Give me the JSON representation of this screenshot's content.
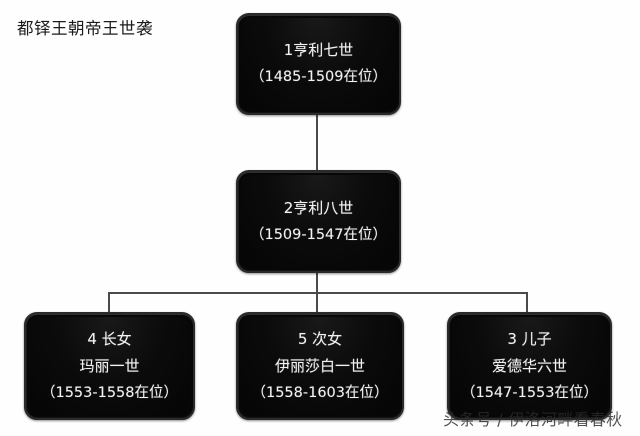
{
  "chart_data": {
    "type": "diagram",
    "title": "都铎王朝帝王世袭",
    "subtype": "family-tree",
    "nodes": [
      {
        "id": "henry7",
        "order": "1",
        "lines": [
          "1亨利七世",
          "（1485-1509在位）"
        ],
        "reign_start": 1485,
        "reign_end": 1509,
        "level": 0
      },
      {
        "id": "henry8",
        "order": "2",
        "lines": [
          "2亨利八世",
          "（1509-1547在位）"
        ],
        "reign_start": 1509,
        "reign_end": 1547,
        "level": 1
      },
      {
        "id": "mary1",
        "order": "4",
        "lines": [
          "4 长女",
          "玛丽一世",
          "（1553-1558在位）"
        ],
        "reign_start": 1553,
        "reign_end": 1558,
        "level": 2
      },
      {
        "id": "elizabeth1",
        "order": "5",
        "lines": [
          "5 次女",
          "伊丽莎白一世",
          "（1558-1603在位）"
        ],
        "reign_start": 1558,
        "reign_end": 1603,
        "level": 2
      },
      {
        "id": "edward6",
        "order": "3",
        "lines": [
          "3 儿子",
          "爱德华六世",
          "（1547-1553在位）"
        ],
        "reign_start": 1547,
        "reign_end": 1553,
        "level": 2
      }
    ],
    "edges": [
      {
        "from": "henry7",
        "to": "henry8"
      },
      {
        "from": "henry8",
        "to": "mary1"
      },
      {
        "from": "henry8",
        "to": "elizabeth1"
      },
      {
        "from": "henry8",
        "to": "edward6"
      }
    ],
    "colors": {
      "node_fill": "#070707",
      "node_text": "#f2f2f2",
      "connector": "#4a4a4a",
      "background": "#fefefe",
      "title_text": "#1b1b1b"
    }
  },
  "watermark": {
    "text": "头条号 / 伊洛河畔看春秋"
  }
}
